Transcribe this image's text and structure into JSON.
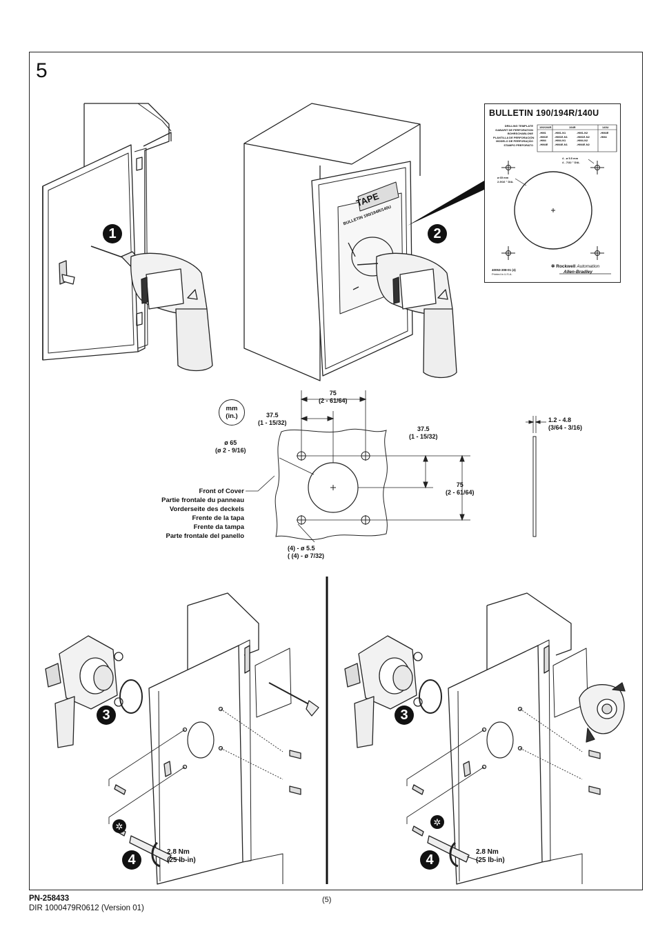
{
  "page": {
    "step_number": "5",
    "page_number": "(5)",
    "part_number": "PN-258433",
    "doc_ref": "DIR 1000479R0612 (Version 01)"
  },
  "badges": {
    "drill_cover": "1",
    "drill_template": "2",
    "mount_left": "3",
    "torque_left": "4",
    "mount_right": "3",
    "torque_right": "4"
  },
  "template": {
    "title": "BULLETIN 190/194R/140U",
    "tape_label": "TAPE",
    "tape_bulletin": "BULLETIN 190/194R/140U",
    "languages": [
      "DRILLING TEMPLATE",
      "GABARIT DE PERFORATION",
      "BOHRSCHABLONE",
      "PLANTILLA DE PERFORACIÓN",
      "MODELO DE PERFORAÇÃO",
      "STAMPO PREFORATO"
    ],
    "col_headers": [
      "190/194R",
      "194R",
      "140U"
    ],
    "rows": [
      [
        "-HM1",
        "-HM1-N1",
        "-HM1-N2",
        "-HM4E"
      ],
      [
        "-HM1E",
        "-HM1E-N1",
        "-HM1E-N2",
        "-HM4"
      ],
      [
        "-HM4",
        "-HM4-N1",
        "-HM4-N2",
        ""
      ],
      [
        "-HM4E",
        "-HM4E-N1",
        "-HM4E-N2",
        ""
      ]
    ],
    "hole_note_1": "4 - ø 5.5 mm",
    "hole_note_2": "4 - 7/32 \" DIA.",
    "center_note_1": "ø 65 mm",
    "center_note_2": "2-9/16 \" DIA.",
    "doc_code": "40053-308-01 (4)",
    "printed": "Printed in U.S.A.",
    "brand_1": "Rockwell",
    "brand_2": "Automation",
    "brand_3": "Allen-Bradley"
  },
  "dims": {
    "units_1": "mm",
    "units_2": "(in.)",
    "width_mm": "75",
    "width_in": "(2 - 61/64)",
    "half_mm": "37.5",
    "half_in": "(1 - 15/32)",
    "vhalf_mm": "37.5",
    "vhalf_in": "(1 - 15/32)",
    "height_mm": "75",
    "height_in": "(2 - 61/64)",
    "dia_mm": "ø 65",
    "dia_in": "(ø 2 - 9/16)",
    "holes_mm": "(4) - ø 5.5",
    "holes_in": "( (4) - ø 7/32)",
    "thick_mm": "1.2 - 4.8",
    "thick_in": "(3/64 - 3/16)"
  },
  "front_of_cover": [
    "Front of Cover",
    "Partie frontale du panneau",
    "Vorderseite des deckels",
    "Frente de la tapa",
    "Frente da tampa",
    "Parte frontale del panello"
  ],
  "torque": {
    "left_nm": "2.8 Nm",
    "left_lb": "(25 lb-in)",
    "right_nm": "2.8 Nm",
    "right_lb": "(25 lb-in)"
  }
}
